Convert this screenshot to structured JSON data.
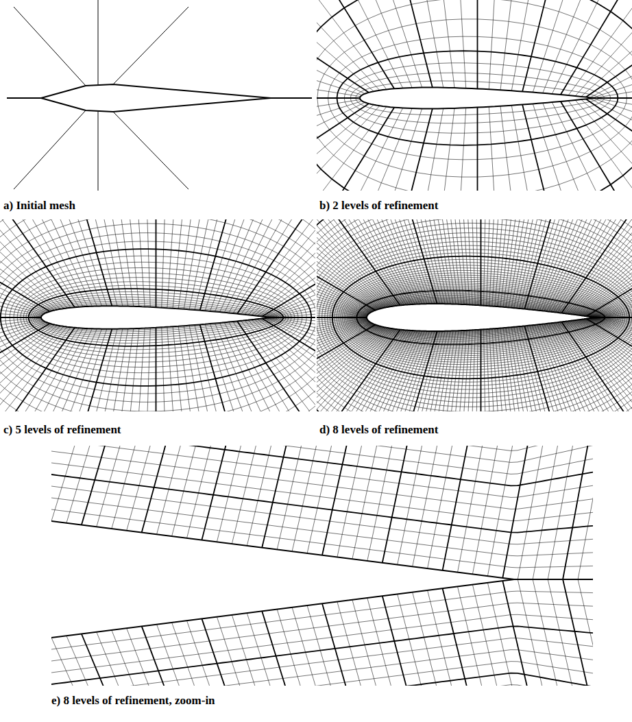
{
  "diagram": {
    "labels": [
      "a) Initial mesh",
      "b) 2 levels of refinement",
      "c) 5 levels of refinement",
      "d) 8 levels of refinement",
      "e) 8 levels of refinement, zoom-in"
    ]
  }
}
